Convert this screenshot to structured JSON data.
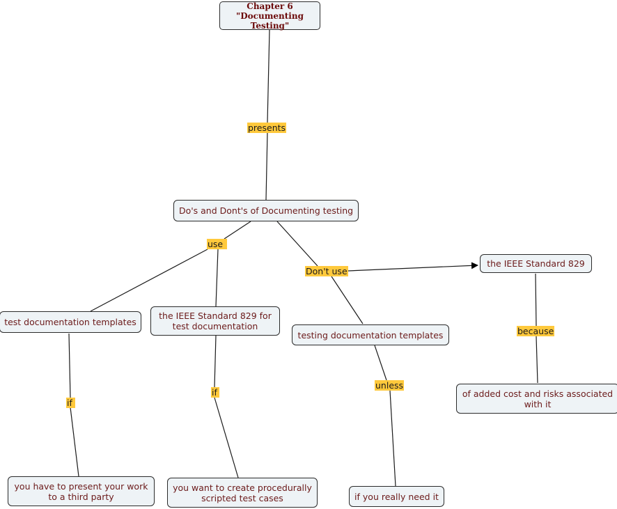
{
  "concepts": {
    "root_line1": "Chapter 6",
    "root_line2": "\"Documenting Testing\"",
    "dos_donts": "Do's and Dont's of Documenting testing",
    "test_templates": "test documentation templates",
    "ieee_829_for": "the IEEE Standard 829 for test documentation",
    "testing_templates": "testing documentation templates",
    "ieee_829": "the IEEE Standard 829",
    "added_cost": "of added cost and risks associated with it",
    "third_party": "you have to present your work to a third party",
    "scripted": "you want to create procedurally scripted test cases",
    "really_need": "if you really need it"
  },
  "links": {
    "presents": "presents",
    "use": "use",
    "dont_use": "Don't use",
    "because": "because",
    "if_1": "if",
    "if_2": "if",
    "unless": "unless"
  },
  "colors": {
    "concept_fill": "#eef3f6",
    "concept_text": "#6b1a1a",
    "link_highlight": "#ffc93c",
    "line": "#1a1a1a"
  }
}
